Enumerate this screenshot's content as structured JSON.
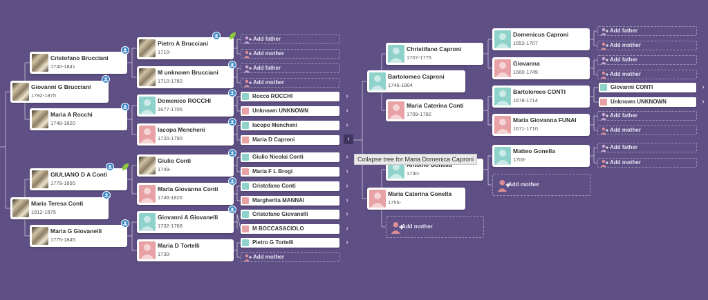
{
  "icons": {
    "family_badge": "family-tree-icon",
    "hint": "leaf-hint-icon",
    "expand": "chevron-right-icon",
    "collapse": "chevron-left-icon",
    "add_person": "add-person-icon"
  },
  "colors": {
    "background": "#5e4f84",
    "male": "#8fd2cc",
    "female": "#e8a1a4",
    "badge": "#3b86c6",
    "hint": "#8dc63f"
  },
  "tooltip": "Collapse tree for Maria Domenica Caproni",
  "people": [
    {
      "name": "Giovanni G Brucciani",
      "dates": "1792-1875"
    },
    {
      "name": "Maria Teresa Conti",
      "dates": "1812-1875"
    },
    {
      "name": "Cristofano Brucciani",
      "dates": "1740-1841"
    },
    {
      "name": "Maria A Rocchi",
      "dates": "1748-1820"
    },
    {
      "name": "GIULIANO D A Conti",
      "dates": "1778-1855"
    },
    {
      "name": "Maria G Giovanelli",
      "dates": "1775-1845"
    },
    {
      "name": "Pietro A Brucciani",
      "dates": "1710-"
    },
    {
      "name": "M unknown Brucciani",
      "dates": "1710-1780"
    },
    {
      "name": "Domenico ROCCHI",
      "dates": "1677-1705"
    },
    {
      "name": "Iacopa Mencheni",
      "dates": "1720-1790"
    },
    {
      "name": "Giulio Conti",
      "dates": "1749-"
    },
    {
      "name": "Maria Giovanna Conti",
      "dates": "1746-1826"
    },
    {
      "name": "Giovanni A Giovanelli",
      "dates": "1732-1768"
    },
    {
      "name": "Maria D Tortelli",
      "dates": "1730-"
    },
    {
      "name": "Bartolomeo Caproni",
      "dates": "1746-1804"
    },
    {
      "name": "Christifano Caproni",
      "dates": "1707-1775"
    },
    {
      "name": "Maria Caterina Conti",
      "dates": "1709-1782"
    },
    {
      "name": "Antonio Gonella",
      "dates": "1730-"
    },
    {
      "name": "Maria Caterina Gonella",
      "dates": "1755-"
    },
    {
      "name": "Domenicus Caproni",
      "dates": "1653-1707"
    },
    {
      "name": "Giovanna",
      "dates": "1660-1749"
    },
    {
      "name": "Bartolomeo CONTI",
      "dates": "1678-1714"
    },
    {
      "name": "Maria Giovanna FUNAI",
      "dates": "1671-1710"
    },
    {
      "name": "Matteo Gonella",
      "dates": "1700-"
    }
  ],
  "small": [
    {
      "name": "Rocco ROCCHI"
    },
    {
      "name": "Unknown UNKNOWN"
    },
    {
      "name": "Iacopo Mencheni"
    },
    {
      "name": "Maria D Caproni"
    },
    {
      "name": "Giulio Nicolai Conti"
    },
    {
      "name": "Maria F L Brogi"
    },
    {
      "name": "Cristofano Conti"
    },
    {
      "name": "Margherita MANNAI"
    },
    {
      "name": "Cristofano Giovanelli"
    },
    {
      "name": "M BOCCASACIOLO"
    },
    {
      "name": "Pietro G Tortelli"
    },
    {
      "name": "Giovanni CONTI"
    },
    {
      "name": "Unknown UNKNOWN"
    }
  ],
  "add_labels": {
    "father": "Add father",
    "mother": "Add mother"
  }
}
